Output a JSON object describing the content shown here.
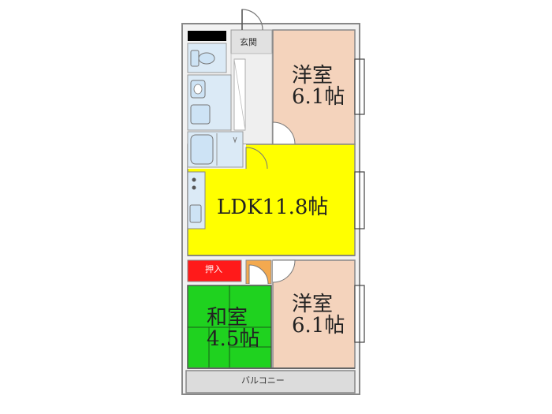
{
  "rooms": {
    "western_top": {
      "name": "洋室",
      "size": "6.1帖"
    },
    "ldk": {
      "label": "LDK11.8帖"
    },
    "japanese": {
      "name": "和室",
      "size": "4.5帖"
    },
    "western_bottom": {
      "name": "洋室",
      "size": "6.1帖"
    },
    "entrance": {
      "label": "玄関"
    },
    "closet": {
      "label": "押入"
    },
    "balcony": {
      "label": "バルコニー"
    }
  },
  "colors": {
    "western": "#f4d3bc",
    "ldk": "#ffff00",
    "japanese": "#1fd21f",
    "closet": "#ff1a1a",
    "water": "#dbeaf6",
    "storage": "#f3a94f",
    "floor": "#e6e6e6",
    "wall": "#9a9a9a"
  }
}
